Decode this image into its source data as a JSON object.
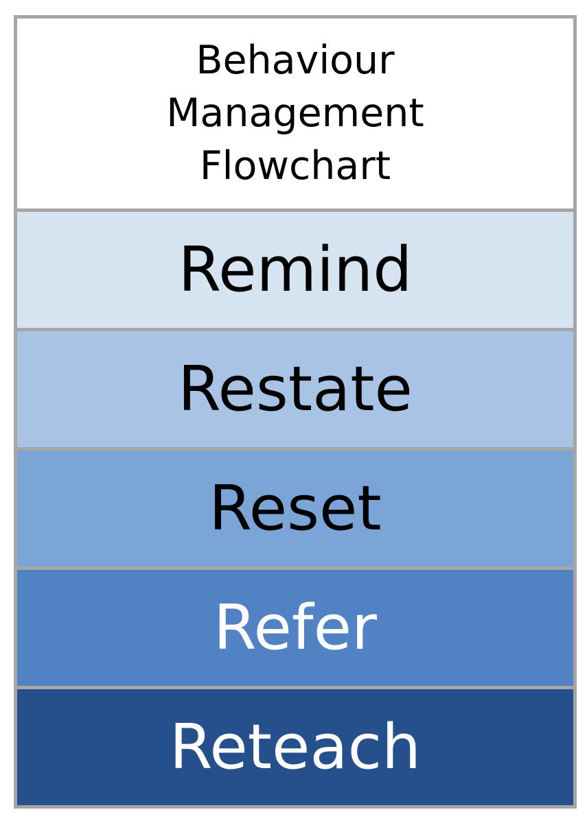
{
  "title": {
    "lines": [
      "Behaviour",
      "Management",
      "Flowchart"
    ]
  },
  "steps": [
    {
      "label": "Remind",
      "fill": "#d6e3f1",
      "text_color": "#000000"
    },
    {
      "label": "Restate",
      "fill": "#a8c3e4",
      "text_color": "#000000"
    },
    {
      "label": "Reset",
      "fill": "#7ba5d6",
      "text_color": "#000000"
    },
    {
      "label": "Refer",
      "fill": "#5183c4",
      "text_color": "#ffffff"
    },
    {
      "label": "Reteach",
      "fill": "#26508c",
      "text_color": "#ffffff"
    }
  ],
  "border_color": "#a6a6a6"
}
